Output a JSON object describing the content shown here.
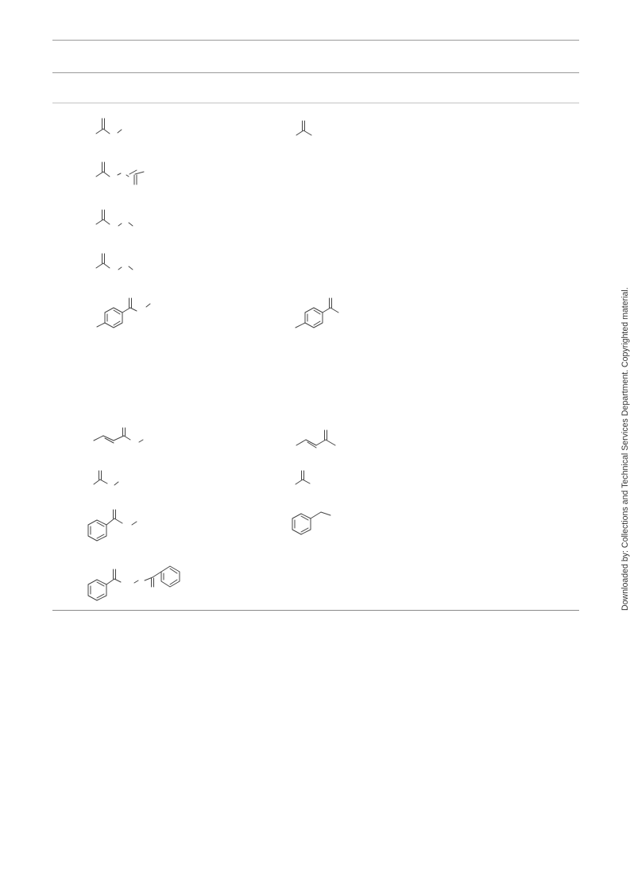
{
  "side_note": "Downloaded by: Collections and Technical Services Department. Copyrighted material.",
  "structures": {
    "column_1": [
      {
        "id": "s1",
        "icon": "acetyl-ester-fragment-icon"
      },
      {
        "id": "s2",
        "icon": "acetic-anhydride-fragment-icon"
      },
      {
        "id": "s3",
        "icon": "acetyl-ester-chain-fragment-icon"
      },
      {
        "id": "s4",
        "icon": "acetyl-ester-chain-fragment-icon"
      },
      {
        "id": "s5",
        "icon": "p-methylbenzoyl-ester-fragment-icon"
      },
      {
        "id": "s6",
        "icon": "crotyl-ketone-ester-fragment-icon"
      },
      {
        "id": "s7",
        "icon": "acetyl-ester-fragment-icon"
      },
      {
        "id": "s8",
        "icon": "benzoyl-ester-fragment-icon"
      },
      {
        "id": "s9",
        "icon": "benzoic-anhydride-fragment-icon"
      }
    ],
    "column_2": [
      {
        "id": "p1",
        "icon": "acetyl-fragment-icon"
      },
      {
        "id": "p5",
        "icon": "p-methylacetophenone-fragment-icon"
      },
      {
        "id": "p6",
        "icon": "pentenone-fragment-icon"
      },
      {
        "id": "p7",
        "icon": "acetyl-fragment-icon"
      },
      {
        "id": "p8",
        "icon": "ethylbenzene-fragment-icon"
      }
    ]
  }
}
